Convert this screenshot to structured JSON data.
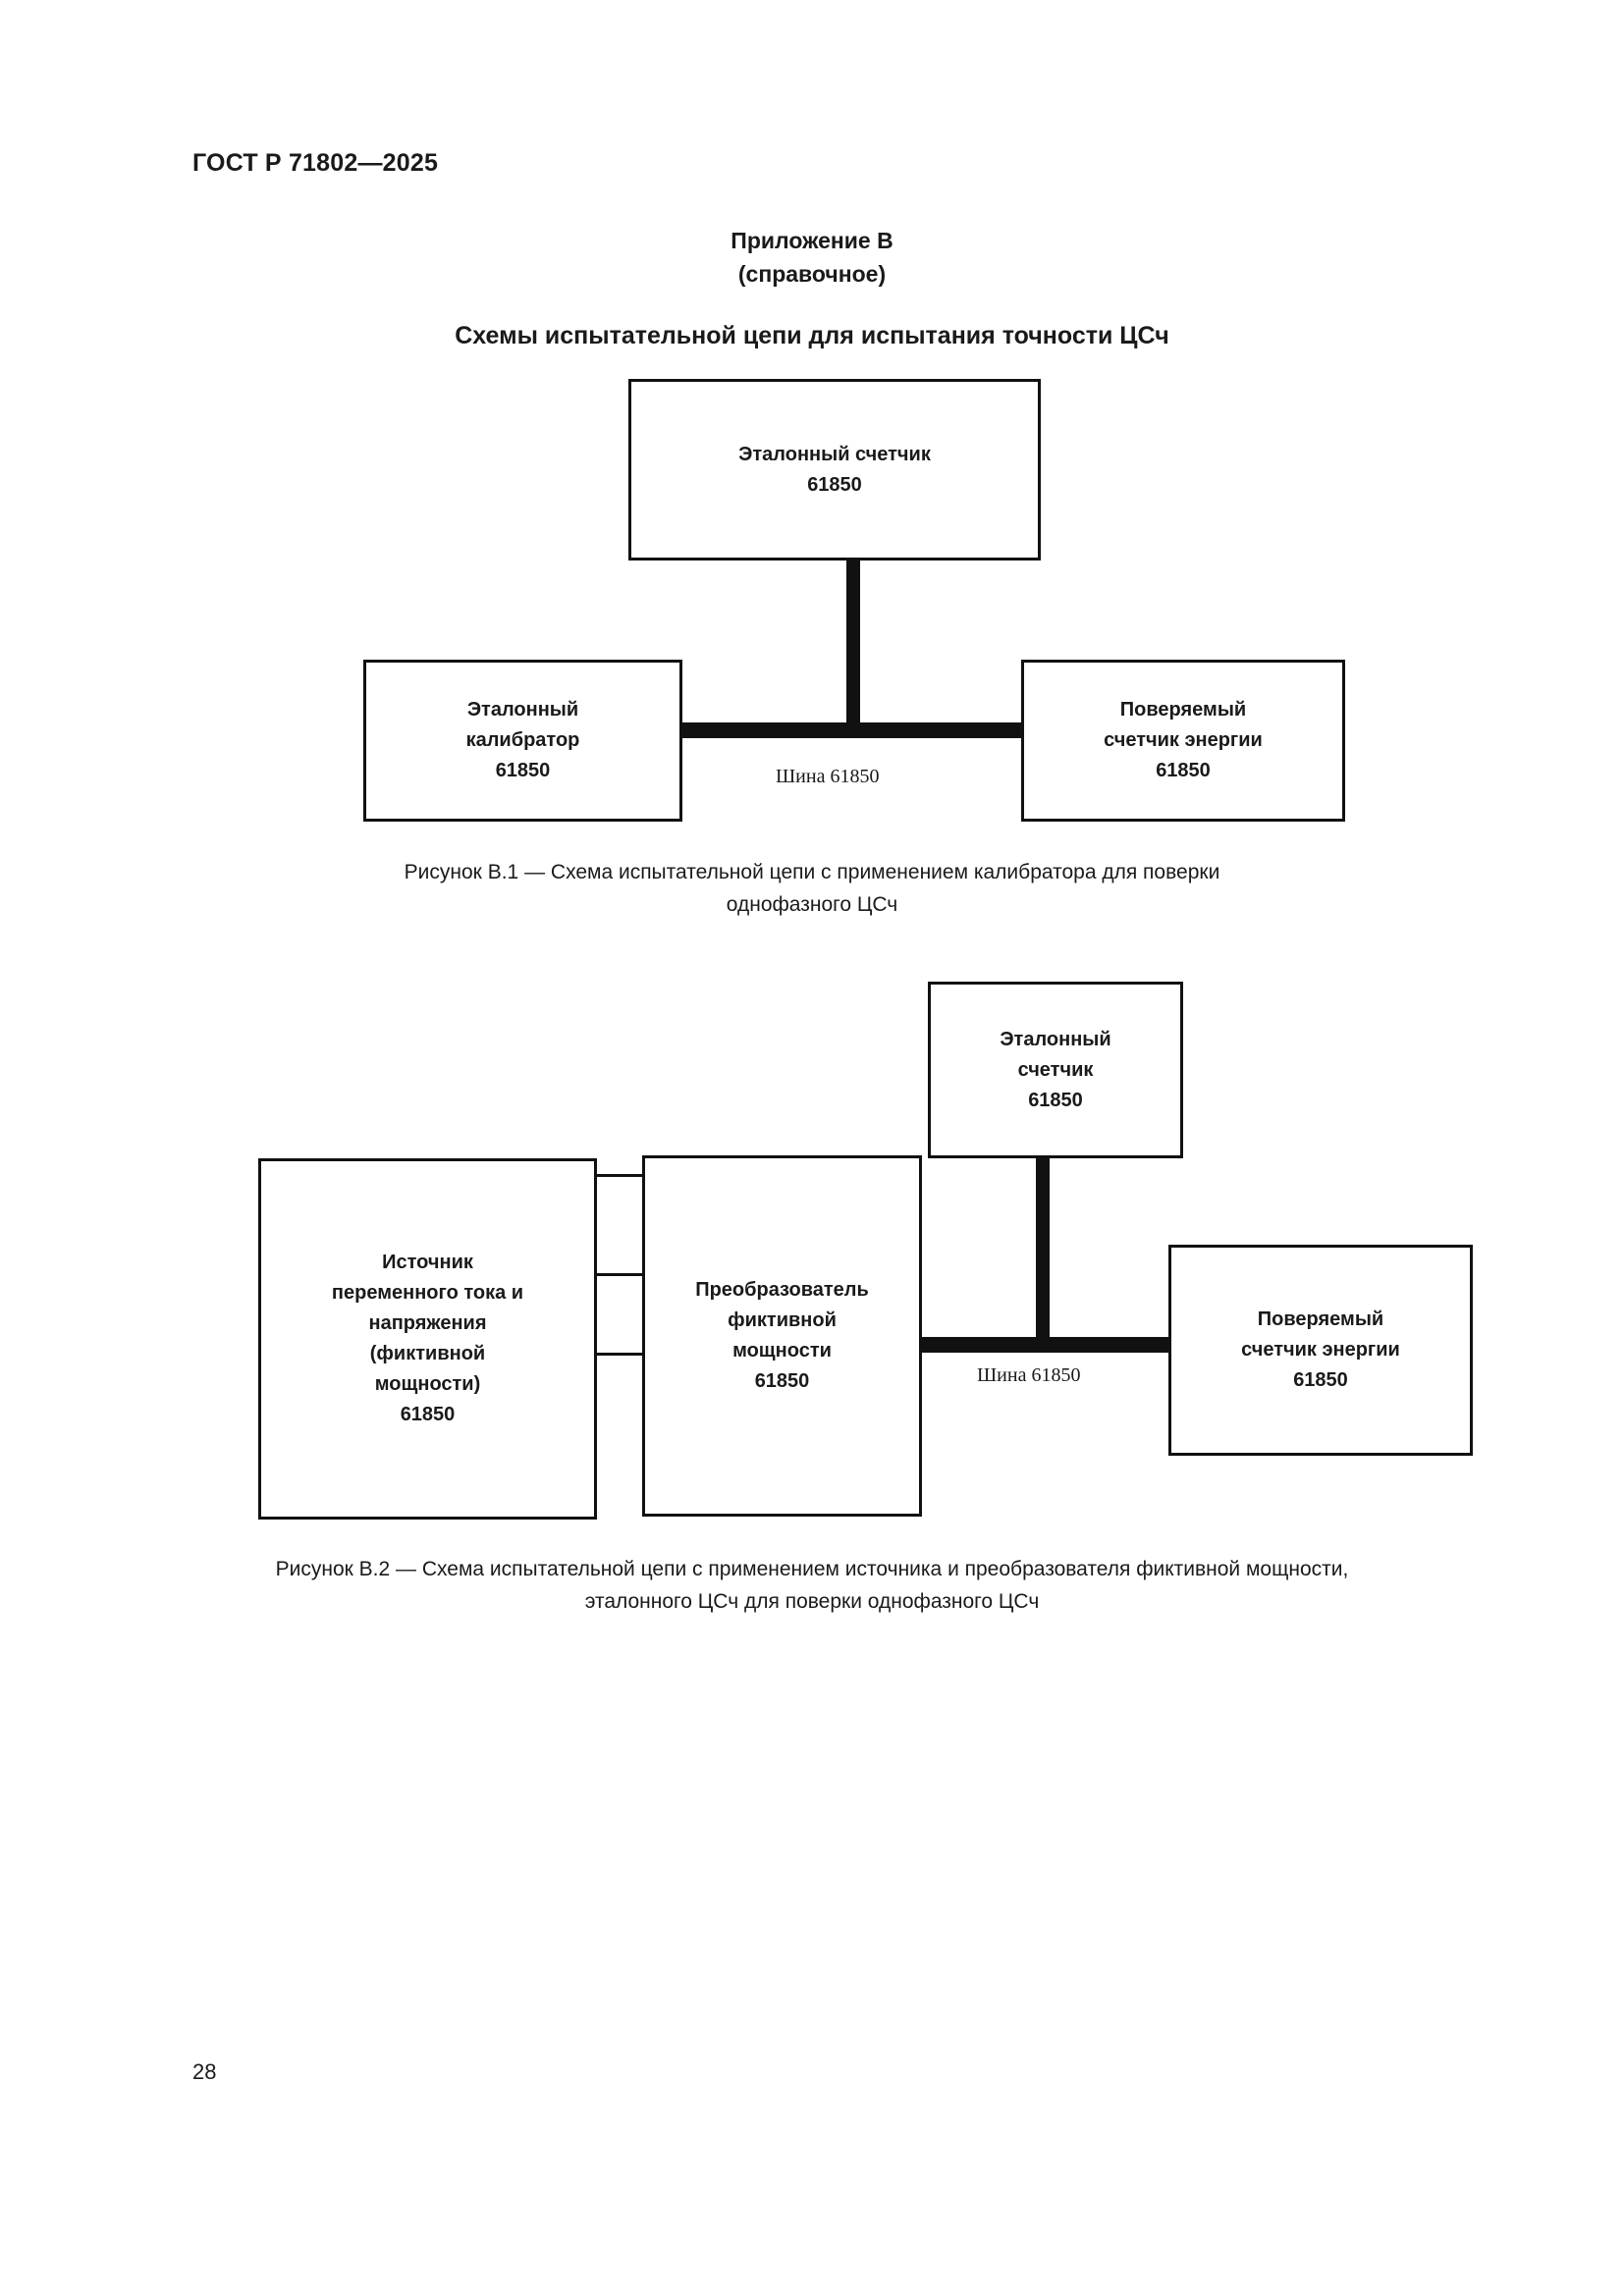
{
  "document": {
    "header": "ГОСТ Р 71802—2025",
    "page_number": "28"
  },
  "appendix": {
    "title": "Приложение В",
    "subtitle": "(справочное)",
    "section_title": "Схемы испытательной цепи для испытания точности ЦСч"
  },
  "figure_b1": {
    "nodes": {
      "reference_meter": {
        "line1": "Эталонный счетчик",
        "line2": "61850"
      },
      "reference_calibrator": {
        "line1": "Эталонный",
        "line2": "калибратор",
        "line3": "61850"
      },
      "meter_under_test": {
        "line1": "Поверяемый",
        "line2": "счетчик энергии",
        "line3": "61850"
      }
    },
    "bus_label": "Шина 61850",
    "caption_line1": "Рисунок В.1 — Схема испытательной цепи с применением калибратора для поверки",
    "caption_line2": "однофазного ЦСч"
  },
  "figure_b2": {
    "nodes": {
      "reference_meter": {
        "line1": "Эталонный",
        "line2": "счетчик",
        "line3": "61850"
      },
      "source": {
        "line1": "Источник",
        "line2": "переменного тока и",
        "line3": "напряжения",
        "line4": "(фиктивной",
        "line5": "мощности)",
        "line6": "61850"
      },
      "converter": {
        "line1": "Преобразователь",
        "line2": "фиктивной",
        "line3": "мощности",
        "line4": "61850"
      },
      "meter_under_test": {
        "line1": "Поверяемый",
        "line2": "счетчик энергии",
        "line3": "61850"
      }
    },
    "bus_label": "Шина 61850",
    "caption_line1": "Рисунок В.2 — Схема испытательной цепи с применением источника и преобразователя фиктивной мощности,",
    "caption_line2": "эталонного ЦСч для поверки однофазного ЦСч"
  },
  "colors": {
    "ink": "#111111",
    "paper": "#ffffff"
  }
}
